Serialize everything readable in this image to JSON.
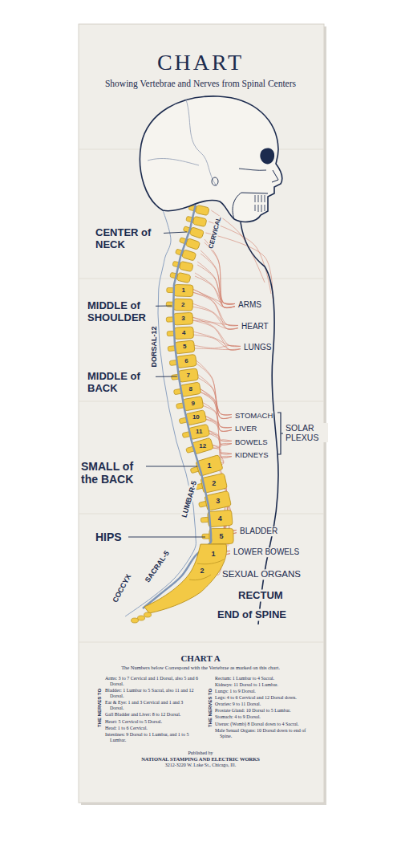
{
  "diagram": {
    "title": "CHART",
    "labels": [
      "Showing Vertebrae and Nerves from Spinal Centers",
      "CENTER of NECK",
      "CERVICAL",
      "MIDDLE of SHOULDER",
      "ARMS",
      "HEART",
      "LUNGS",
      "DORSAL-12",
      "MIDDLE of BACK",
      "1",
      "2",
      "3",
      "4",
      "5",
      "6",
      "7",
      "8",
      "9",
      "10",
      "11",
      "12",
      "STOMACH",
      "LIVER",
      "BOWELS",
      "KIDNEYS",
      "SOLAR PLEXUS",
      "SMALL of the BACK",
      "1",
      "2",
      "3",
      "4",
      "5",
      "LUMBAR-5",
      "HIPS",
      "BLADDER",
      "SACRAL-5",
      "1",
      "2",
      "LOWER BOWELS",
      "SEXUAL ORGANS",
      "RECTUM",
      "COCCYX",
      "END of SPINE",
      "CHART A",
      "The Numbers below Correspond with the Vertebrae as marked on this chart.",
      "THE NERVES TO",
      "Arms: 3 to 7 Cervical and 1 Dorsal, also 5 and 6 Dorsal.",
      "Bladder: 1 Lumbar to 5 Sacral, also 11 and 12 Dorsal.",
      "Ear & Eye: 1 and 3 Cervical and 1 and 3 Dorsal.",
      "Gall Bladder and Liver: 8 to 12 Dorsal.",
      "Heart: 5 Cervical to 5 Dorsal.",
      "Head: 1 to 6 Cervical.",
      "Intestines: 9 Dorsal to 1 Lumbar, and 1 to 5 Lumbar.",
      "THE NERVES TO",
      "Rectum: 1 Lumbar to 4 Sacral.",
      "Kidneys: 11 Dorsal to 1 Lumbar.",
      "Lungs: 1 to 9 Dorsal.",
      "Legs: 4 to 6 Cervical and 12 Dorsal down.",
      "Ovaries: 9 to 11 Dorsal.",
      "Prostate Gland: 10 Dorsal to 5 Lumbar.",
      "Stomach: 4 to 9 Dorsal.",
      "Uterus: (Womb) 8 Dorsal down to 4 Sacral.",
      "Male Sexual Organs: 10 Dorsal down to end of Spine.",
      "Published by",
      "NATIONAL STAMPING AND ELECTRIC WORKS",
      "3212-3220 W. Lake St., Chicago, Ill."
    ]
  }
}
